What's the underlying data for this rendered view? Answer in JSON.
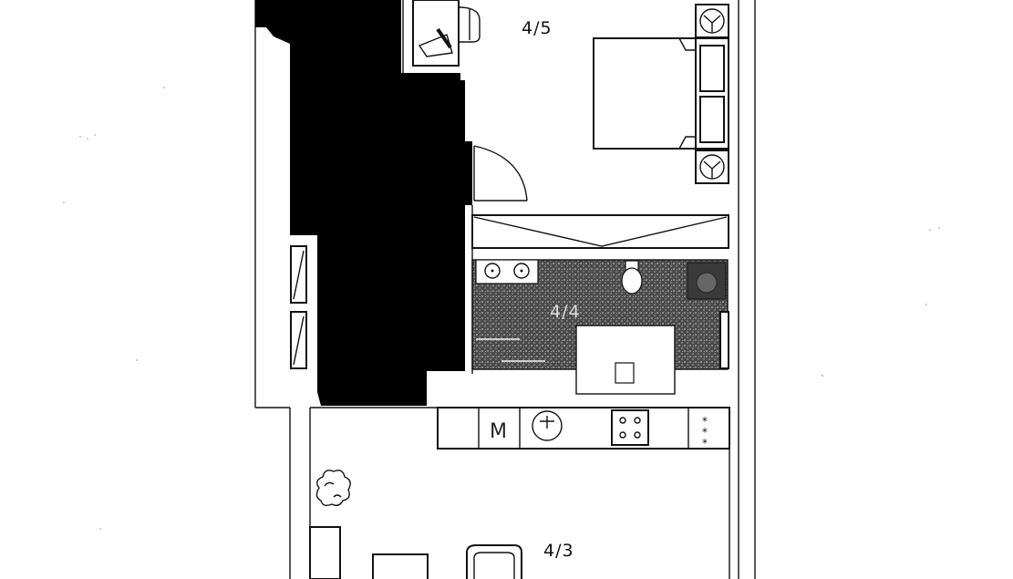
{
  "rooms": [
    {
      "id": "bedroom",
      "label": "4/5"
    },
    {
      "id": "bathroom",
      "label": "4/4"
    },
    {
      "id": "living",
      "label": "4/3"
    }
  ],
  "kitchen": {
    "washer_label": "M"
  },
  "colors": {
    "ink": "#111111",
    "solid_fill": "#000000",
    "bath_tile": "#555555"
  }
}
